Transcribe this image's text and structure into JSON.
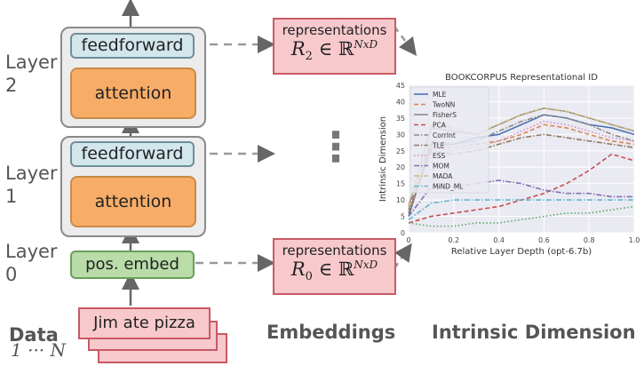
{
  "layers": {
    "top": {
      "word": "Layer",
      "num": "2"
    },
    "mid": {
      "word": "Layer",
      "num": "1"
    },
    "bot": {
      "word": "Layer",
      "num": "0"
    }
  },
  "blocks": {
    "feedforward": "feedforward",
    "attention": "attention",
    "embed": "pos. embed"
  },
  "representations": {
    "label": "representations",
    "r2_var": "R",
    "r2_sub": "2",
    "r0_var": "R",
    "r0_sub": "0",
    "space": "∈ ℝ",
    "sup": "NxD"
  },
  "input_text": "Jim ate pizza",
  "ellipsis": "⋮",
  "bottom": {
    "data": "Data",
    "range": "1 ··· N",
    "embeddings": "Embeddings",
    "intrinsic": "Intrinsic Dimension"
  },
  "colors": {
    "mle": "#4c72b0",
    "twonn": "#dd8452",
    "fishers": "#8c8c8c",
    "pca": "#c44e52",
    "corrint": "#8c8c8c",
    "tle": "#937860",
    "ess": "#da8bc3",
    "mom": "#8172b3",
    "mada": "#ccb974",
    "mind_ml": "#64b5cd",
    "extra": "#55a868"
  },
  "chart_data": {
    "type": "line",
    "title": "BOOKCORPUS Representational ID",
    "xlabel": "Relative Layer Depth (opt-6.7b)",
    "ylabel": "Intrinsic Dimension",
    "xlim": [
      0,
      1
    ],
    "ylim": [
      0,
      45
    ],
    "xticks": [
      "0",
      "0.2",
      "0.4",
      "0.6",
      "0.8",
      "1.0"
    ],
    "yticks": [
      "0",
      "5",
      "10",
      "15",
      "20",
      "25",
      "30",
      "35",
      "40",
      "45"
    ],
    "grid": true,
    "legend": "left",
    "x": [
      0,
      0.1,
      0.2,
      0.3,
      0.4,
      0.5,
      0.6,
      0.7,
      0.8,
      0.9,
      1.0
    ],
    "series": [
      {
        "name": "MLE",
        "color_key": "mle",
        "dash": "solid",
        "values": [
          5,
          27,
          27,
          29,
          30,
          33,
          36,
          35,
          33,
          32,
          30
        ]
      },
      {
        "name": "TwoNN",
        "color_key": "twonn",
        "dash": "dash",
        "values": [
          6,
          26,
          26,
          27,
          28,
          30,
          33,
          32,
          30,
          28,
          27
        ]
      },
      {
        "name": "FisherS",
        "color_key": "fishers",
        "dash": "solid",
        "values": [
          8,
          32,
          31,
          30,
          33,
          36,
          38,
          37,
          35,
          33,
          31
        ]
      },
      {
        "name": "PCA",
        "color_key": "pca",
        "dash": "dash",
        "values": [
          3,
          5,
          6,
          7,
          8,
          10,
          12,
          15,
          19,
          24,
          22
        ]
      },
      {
        "name": "CorrInt",
        "color_key": "corrint",
        "dash": "dashdot",
        "values": [
          7,
          28,
          27,
          28,
          31,
          34,
          36,
          35,
          33,
          30,
          28
        ]
      },
      {
        "name": "TLE",
        "color_key": "tle",
        "dash": "dashdot",
        "values": [
          6,
          25,
          24,
          25,
          27,
          29,
          30,
          29,
          28,
          27,
          26
        ]
      },
      {
        "name": "ESS",
        "color_key": "ess",
        "dash": "dot",
        "values": [
          9,
          26,
          25,
          26,
          28,
          31,
          34,
          33,
          31,
          29,
          28
        ]
      },
      {
        "name": "MOM",
        "color_key": "mom",
        "dash": "dashdot",
        "values": [
          5,
          14,
          14,
          15,
          16,
          15,
          13,
          12,
          12,
          11,
          11
        ]
      },
      {
        "name": "MADA",
        "color_key": "mada",
        "dash": "dashdot",
        "values": [
          8,
          33,
          32,
          30,
          33,
          36,
          38,
          37,
          35,
          33,
          31
        ]
      },
      {
        "name": "MiND_ML",
        "color_key": "mind_ml",
        "dash": "dashdot",
        "values": [
          4,
          9,
          10,
          10,
          10,
          10,
          10,
          10,
          10,
          10,
          10
        ]
      },
      {
        "color_key": "extra",
        "dash": "dot",
        "values": [
          3,
          2,
          2,
          3,
          3,
          4,
          5,
          6,
          6,
          7,
          8
        ]
      }
    ]
  }
}
